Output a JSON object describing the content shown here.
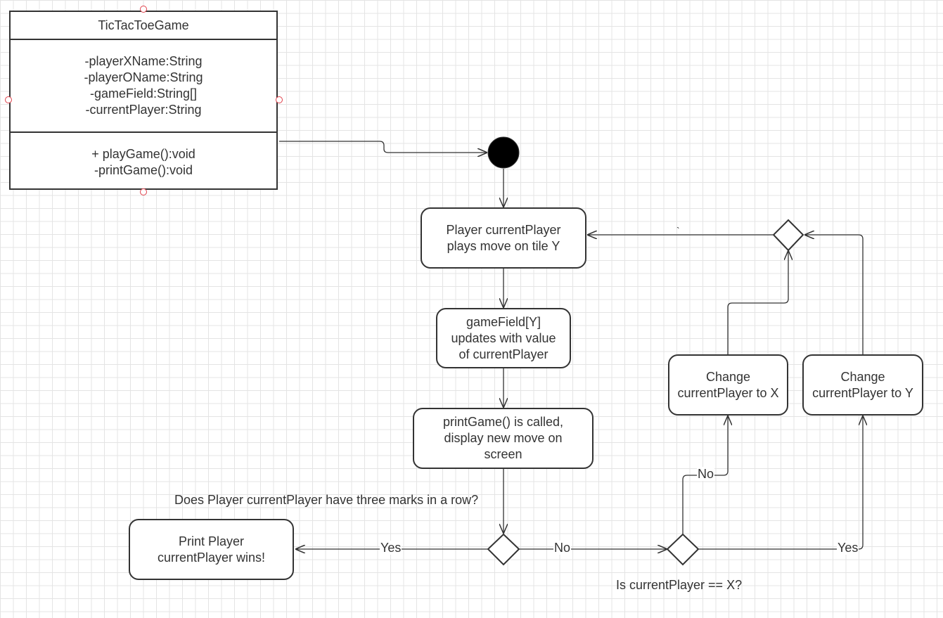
{
  "class_box": {
    "name": "TicTacToeGame",
    "attributes": [
      "-playerXName:String",
      "-playerOName:String",
      "-gameField:String[]",
      "-currentPlayer:String"
    ],
    "operations": [
      "+ playGame():void",
      "-printGame():void"
    ]
  },
  "nodes": {
    "play_move": [
      "Player currentPlayer",
      "plays move on tile Y"
    ],
    "update_field": [
      "gameField[Y]",
      "updates with value",
      "of currentPlayer"
    ],
    "print_game": [
      "printGame() is called,",
      "display new move on",
      "screen"
    ],
    "print_winner": [
      "Print Player",
      "currentPlayer wins!"
    ],
    "change_to_x": [
      "Change",
      "currentPlayer to X"
    ],
    "change_to_y": [
      "Change",
      "currentPlayer to Y"
    ]
  },
  "labels": {
    "three_in_row_question": "Does Player currentPlayer have three marks in a row?",
    "current_x_question": "Is currentPlayer == X?",
    "yes_win": "Yes",
    "no_continue": "No",
    "no_change": "No",
    "yes_change": "Yes",
    "stray_mark": "`"
  },
  "colors": {
    "stroke": "#333333",
    "grid": "#e4e4e4",
    "anchor": "#e0404a"
  }
}
